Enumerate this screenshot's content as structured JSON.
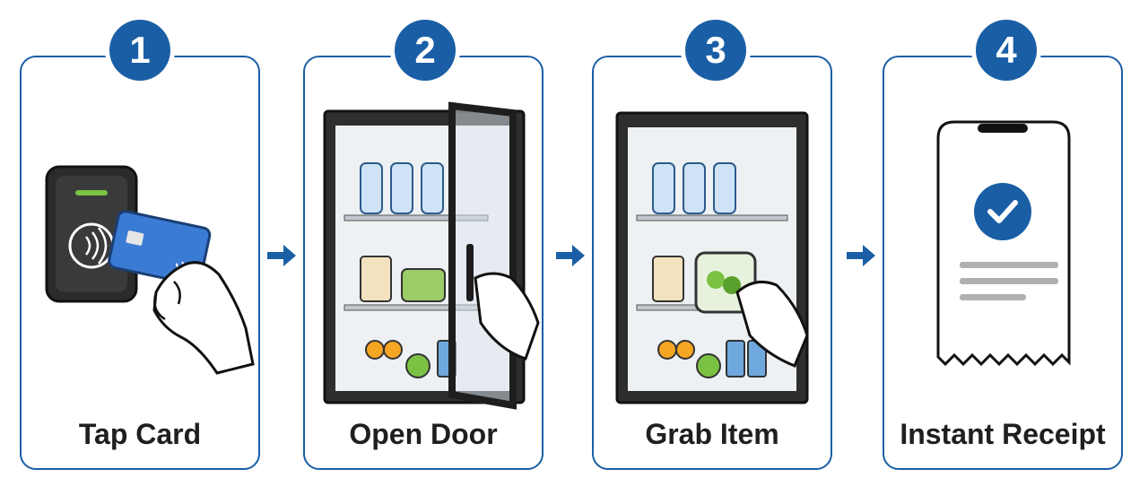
{
  "steps": [
    {
      "number": "1",
      "label": "Tap Card",
      "icon": "card-tap-icon"
    },
    {
      "number": "2",
      "label": "Open Door",
      "icon": "fridge-open-icon"
    },
    {
      "number": "3",
      "label": "Grab Item",
      "icon": "grab-item-icon"
    },
    {
      "number": "4",
      "label": "Instant Receipt",
      "icon": "receipt-phone-icon"
    }
  ],
  "colors": {
    "accent": "#1a5fa6",
    "check": "#1a5fa6",
    "card": "#3a7bd5",
    "reader_light": "#7bc143"
  }
}
